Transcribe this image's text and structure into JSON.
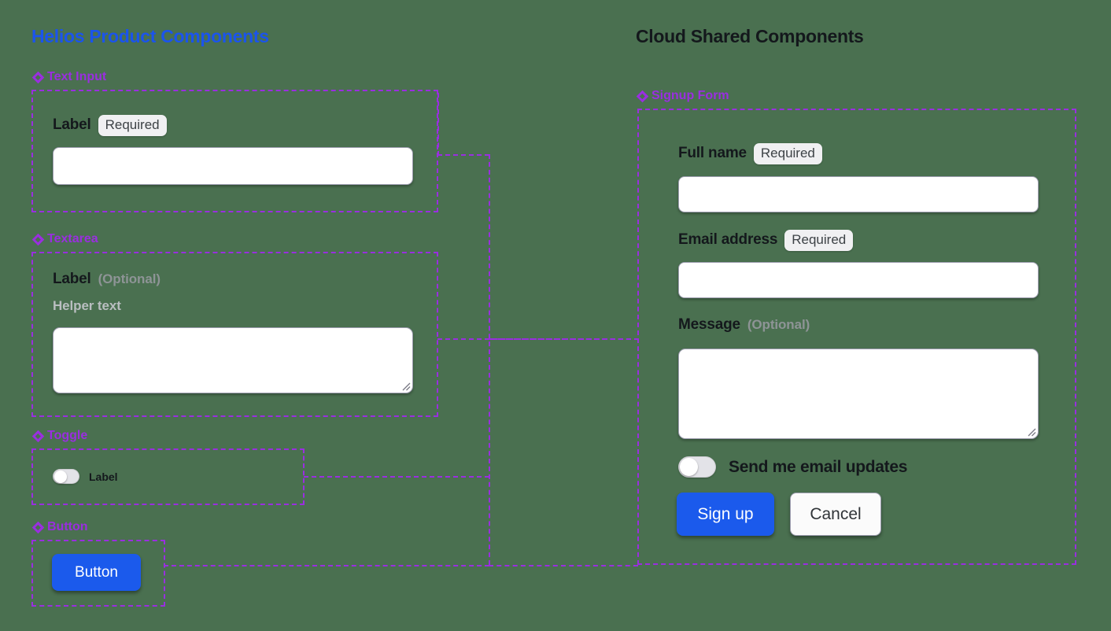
{
  "background_color": "#4a7050",
  "accent_colors": {
    "helios_title": "#1b54ec",
    "group_label": "#9a2ee0",
    "dashed_frame": "#9a2ee0",
    "primary_button": "#1b5aec",
    "badge_background": "#f0f0f2",
    "muted_text": "#8e9496"
  },
  "panels": {
    "left": {
      "title": "Helios Product Components"
    },
    "right": {
      "title": "Cloud Shared Components"
    }
  },
  "left_groups": [
    {
      "icon": "diamond-icon",
      "label": "Text Input"
    },
    {
      "icon": "diamond-icon",
      "label": "Textarea"
    },
    {
      "icon": "diamond-icon",
      "label": "Toggle"
    },
    {
      "icon": "diamond-icon",
      "label": "Button"
    }
  ],
  "text_input_component": {
    "label": "Label",
    "badge": "Required",
    "value": "",
    "placeholder": ""
  },
  "textarea_component": {
    "label": "Label",
    "optional_tag": "(Optional)",
    "helper_text": "Helper text",
    "value": "",
    "placeholder": "",
    "resize_handle": "resize-grip-icon"
  },
  "toggle_component": {
    "label": "Label",
    "state": "off"
  },
  "button_component": {
    "label": "Button"
  },
  "right_group": {
    "icon": "diamond-icon",
    "label": "Signup Form"
  },
  "signup_form": {
    "fields": [
      {
        "label": "Full name",
        "badge": "Required",
        "value": "",
        "placeholder": "",
        "type": "input"
      },
      {
        "label": "Email address",
        "badge": "Required",
        "value": "",
        "placeholder": "",
        "type": "input"
      },
      {
        "label": "Message",
        "optional_tag": "(Optional)",
        "value": "",
        "placeholder": "",
        "type": "textarea"
      }
    ],
    "toggle": {
      "label": "Send me email updates",
      "state": "off"
    },
    "actions": {
      "primary": "Sign up",
      "secondary": "Cancel"
    }
  }
}
